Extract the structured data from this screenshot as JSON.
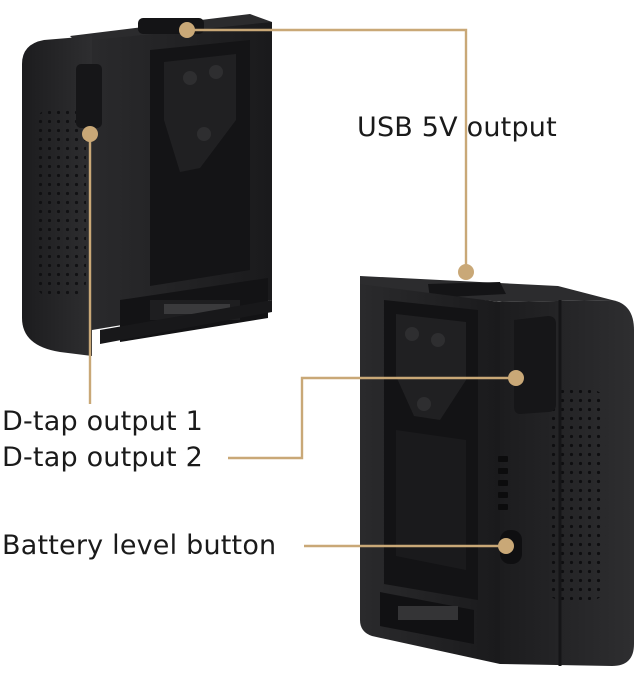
{
  "image": {
    "subject": "V-mount battery, two views",
    "colors": {
      "background": "#ffffff",
      "battery_body": "#1f1f21",
      "battery_edge": "#2c2c2e",
      "plate": "#141416",
      "callout_line": "#c9a877",
      "callout_dot": "#c9a877",
      "label_text": "#1a1a1a"
    }
  },
  "labels": {
    "usb": "USB 5V output",
    "dtap1": "D-tap output 1",
    "dtap2": "D-tap output 2",
    "battery_button": "Battery level button"
  },
  "icons": {
    "battery_level_leds": 5
  }
}
